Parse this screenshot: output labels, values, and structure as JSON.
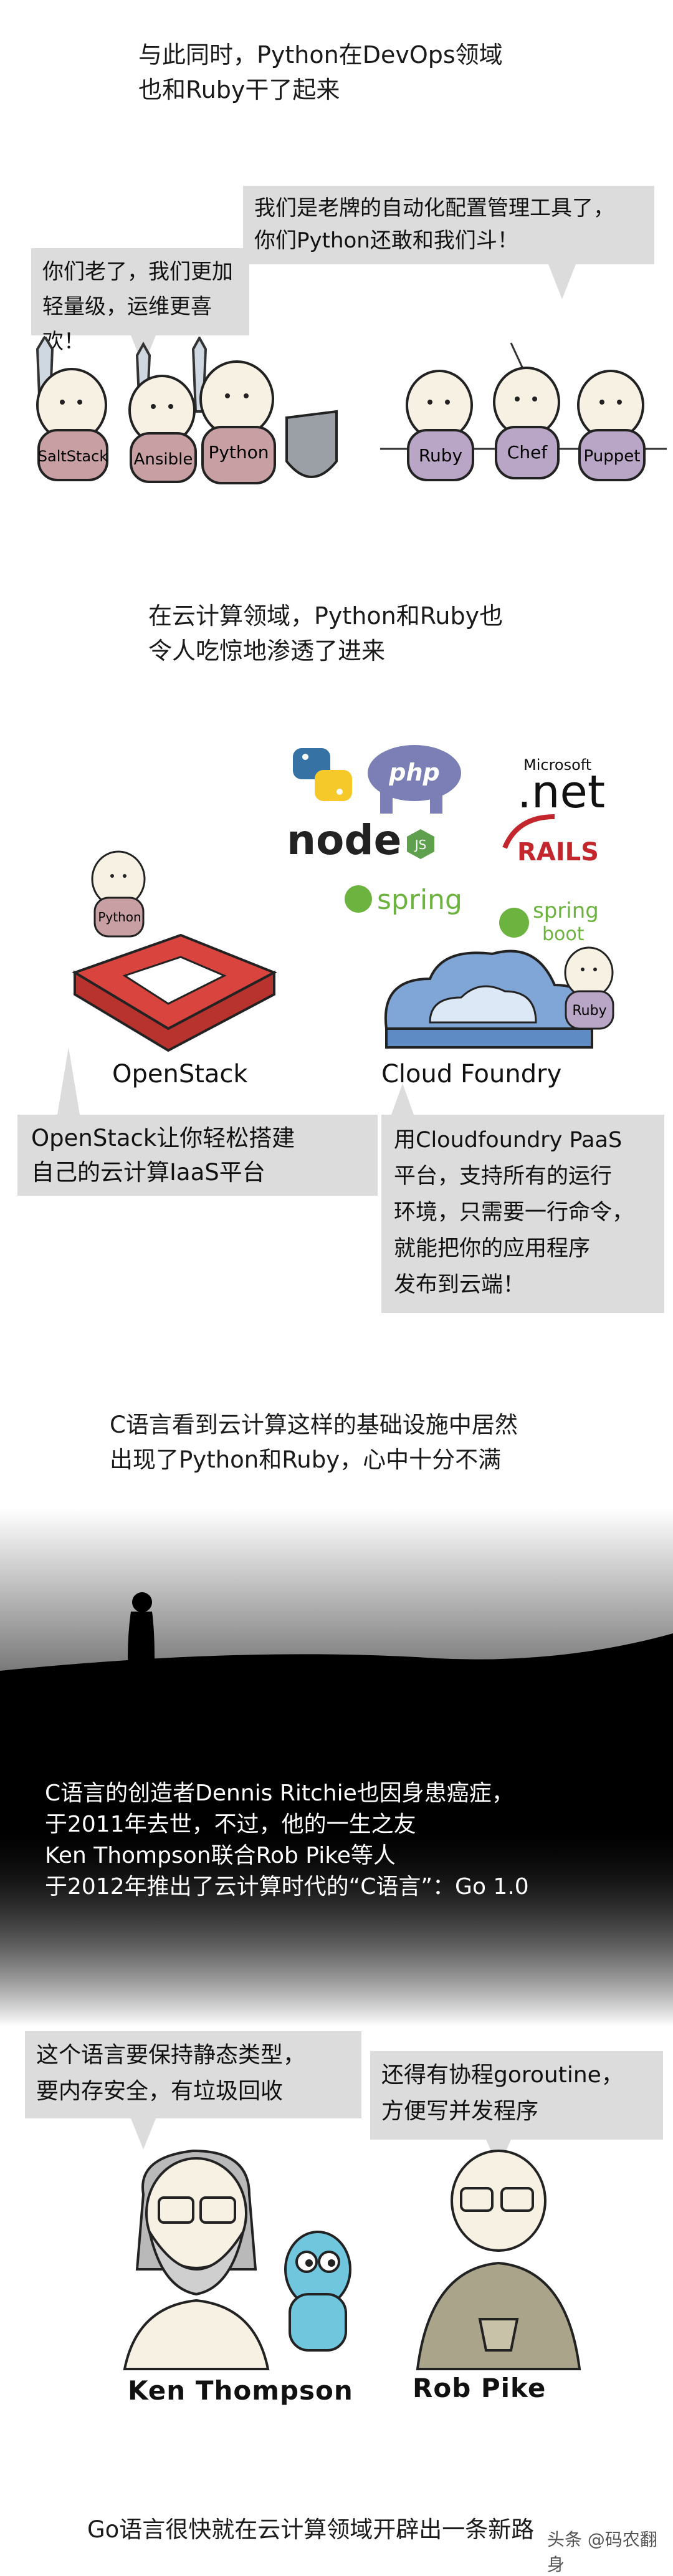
{
  "panel1": {
    "caption_line1": "与此同时，Python在DevOps领域",
    "caption_line2": "也和Ruby干了起来",
    "bubble_right_line1": "我们是老牌的自动化配置管理工具了，",
    "bubble_right_line2": "你们Python还敢和我们斗！",
    "bubble_left_line1": "你们老了，我们更加",
    "bubble_left_line2": "轻量级，运维更喜欢！",
    "team_python": [
      "SaltStack",
      "Ansible",
      "Python"
    ],
    "team_ruby": [
      "Ruby",
      "Chef",
      "Puppet"
    ]
  },
  "panel2": {
    "caption_line1": "在云计算领域，Python和Ruby也",
    "caption_line2": "令人吃惊地渗透了进来",
    "logos": {
      "php": "php",
      "microsoft": "Microsoft",
      "net": ".net",
      "node": "node",
      "js": "JS",
      "rails": "RAILS",
      "spring": "spring",
      "spring_boot": "spring",
      "boot": "boot"
    },
    "python_tag": "Python",
    "ruby_tag": "Ruby",
    "openstack_label": "OpenStack",
    "cloudfoundry_label": "Cloud Foundry",
    "bubble_openstack_line1": "OpenStack让你轻松搭建",
    "bubble_openstack_line2": "自己的云计算IaaS平台",
    "bubble_cf_line1": "用Cloudfoundry PaaS",
    "bubble_cf_line2": "平台，支持所有的运行",
    "bubble_cf_line3": "环境，只需要一行命令，",
    "bubble_cf_line4": "就能把你的应用程序",
    "bubble_cf_line5": "发布到云端！"
  },
  "panel3": {
    "caption_line1": "C语言看到云计算这样的基础设施中居然",
    "caption_line2": "出现了Python和Ruby，心中十分不满",
    "story_line1": "C语言的创造者Dennis Ritchie也因身患癌症，",
    "story_line2": "于2011年去世，不过，他的一生之友",
    "story_line3": "Ken Thompson联合Rob Pike等人",
    "story_line4": "于2012年推出了云计算时代的“C语言”：Go 1.0"
  },
  "panel4": {
    "bubble_left_line1": "这个语言要保持静态类型，",
    "bubble_left_line2": "要内存安全，有垃圾回收",
    "bubble_right_line1": "还得有协程goroutine，",
    "bubble_right_line2": "方便写并发程序",
    "name_left": "Ken Thompson",
    "name_right": "Rob Pike",
    "caption": "Go语言很快就在云计算领域开辟出一条新路",
    "watermark": "头条 @码农翻身"
  },
  "colors": {
    "bubble": "#dcdcdc",
    "python_shirt": "#c8a0a4",
    "ruby_shirt": "#b9a6c6",
    "openstack_red": "#d9443f",
    "cloudfoundry_blue": "#7fa6d6",
    "python_blue": "#3772a4",
    "python_yellow": "#f6c92b",
    "php_purple": "#7b7fb5",
    "rails_red": "#c3262c",
    "spring_green": "#6db33f",
    "node_green": "#5fa04e",
    "gopher_blue": "#6fc6dd"
  }
}
